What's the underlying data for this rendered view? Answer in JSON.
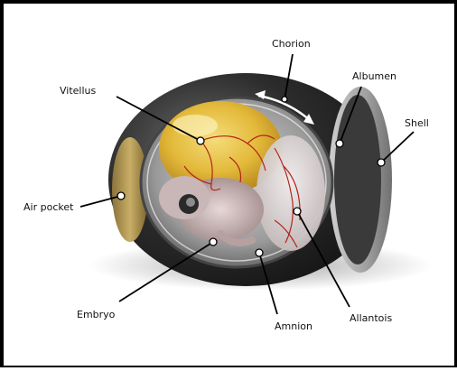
{
  "labels": {
    "chorion": "Chorion",
    "albumen": "Albumen",
    "vitellus": "Vitellus",
    "shell": "Shell",
    "air_pocket": "Air pocket",
    "embryo": "Embryo",
    "amnion": "Amnion",
    "allantois": "Allantois"
  },
  "colors": {
    "shell_dark": "#2a2a2a",
    "shell_light": "#b8b8b8",
    "yolk": "#e8c23a",
    "vessels": "#b4231a",
    "air_pocket": "#b59a55"
  }
}
